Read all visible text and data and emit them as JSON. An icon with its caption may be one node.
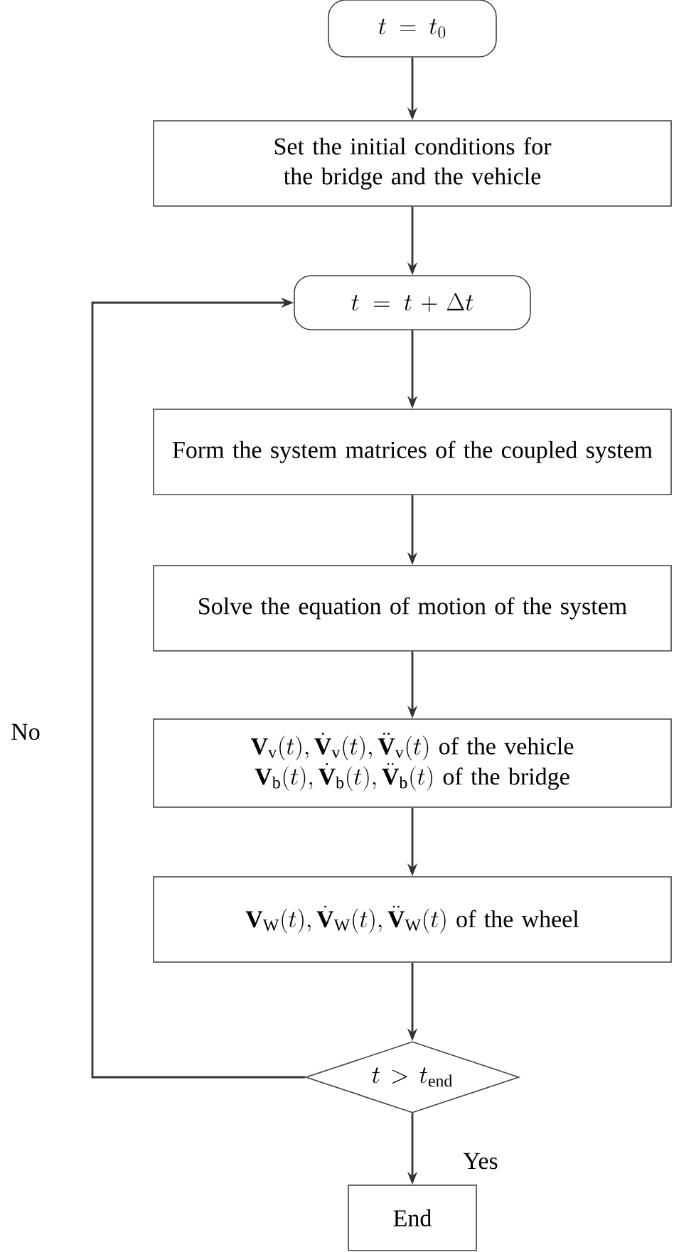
{
  "diagram": {
    "nodes": [
      {
        "text": [
          "t = t_0"
        ]
      },
      {
        "text": [
          "Set the initial conditions for the bridge and the vehicle"
        ]
      },
      {
        "text": [
          "t = t + \\Delta t"
        ]
      },
      {
        "text": [
          "Form the system matrices of the coupled system"
        ]
      },
      {
        "text": [
          "Solve the equation of motion of the system"
        ]
      },
      {
        "text": [
          "\\begin{array}{c}\\mathbf{V}_\\mathrm{v}(t), \\dot{\\mathbf{V}}_\\mathrm{v}(t), \\ddot{\\mathbf{V}}_\\mathrm{v}(t)\\text{ of the vehicle}\\\\ \\mathbf{V}_\\mathrm{b}(t), \\dot{\\mathbf{V}}_\\mathrm{b}(t), \\ddot{\\mathbf{V}}_\\mathrm{b}(t)\\text{ of the bridge}\\end{array}"
        ]
      },
      {
        "text": [
          "\\mathbf{V}_\\mathrm{W}(t), \\dot{\\mathbf{V}}_\\mathrm{W}(t), \\ddot{\\mathbf{V}}_\\mathrm{W}(t)\\text{ of the wheel}"
        ]
      },
      {
        "text": [
          "t > t_\\mathrm{end}"
        ]
      },
      {
        "text": [
          "End"
        ]
      }
    ],
    "edges": [
      {
        "from": 0,
        "to": 1,
        "arrow": "to"
      },
      {
        "from": 1,
        "to": 2,
        "arrow": "to"
      },
      {
        "from": 2,
        "to": 3,
        "arrow": "to"
      },
      {
        "from": 3,
        "to": 4,
        "arrow": "to"
      },
      {
        "from": 4,
        "to": 5,
        "arrow": "to"
      },
      {
        "from": 5,
        "to": 6,
        "arrow": "to"
      },
      {
        "from": 6,
        "to": 7,
        "arrow": "to"
      },
      {
        "from": 7,
        "to": 8,
        "arrow": "to",
        "label": "Yes"
      },
      {
        "from": 7,
        "to": 2,
        "arrow": "to",
        "label": "No"
      }
    ]
  }
}
